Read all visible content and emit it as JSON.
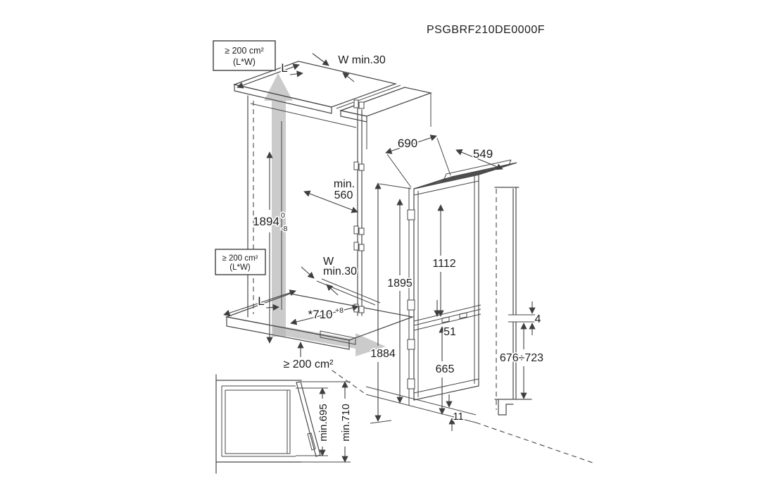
{
  "title": "PSGBRF210DE0000F",
  "colors": {
    "line": "#474747",
    "text": "#1c1c1c",
    "airflow_gray": "#b7b7b7",
    "background": "#ffffff"
  },
  "labels": {
    "top_vent_area": "≥ 200 cm²",
    "top_vent_formula": "(L*W)",
    "mid_vent_area": "≥ 200 cm²",
    "mid_vent_formula": "(L*W)",
    "bottom_vent_area": "≥ 200 cm²",
    "length_top": "L",
    "length_bottom": "L",
    "wall_gap_top": "W min.30",
    "wall_gap_side_w": "W",
    "wall_gap_side_min": "min.30",
    "niche_depth_min": "min.",
    "niche_depth_value": "560",
    "niche_height": "1894",
    "niche_height_tol_plus": "0",
    "niche_height_tol_minus": "-8",
    "niche_width": "*710",
    "niche_width_tol": "+8",
    "dim_690": "690",
    "dim_549": "549",
    "dim_1895": "1895",
    "dim_1112": "1112",
    "dim_51": "51",
    "dim_665": "665",
    "dim_1884": "1884",
    "dim_4": "4",
    "dim_676_723": "676÷723",
    "dim_11": "11",
    "dim_min695": "min.695",
    "dim_min710": "min.710"
  }
}
